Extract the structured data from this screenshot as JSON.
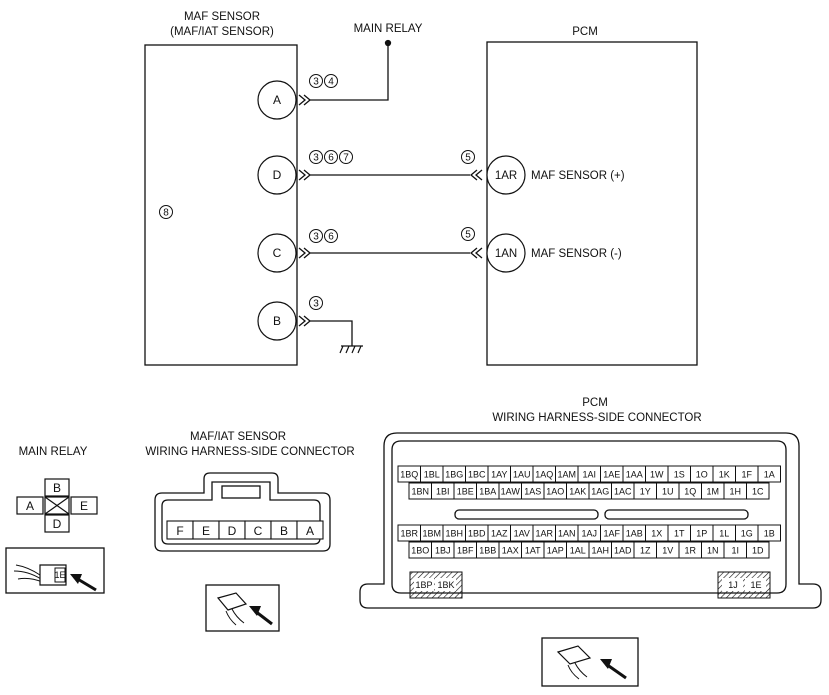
{
  "wiring": {
    "maf_title": [
      "MAF SENSOR",
      "(MAF/IAT SENSOR)"
    ],
    "main_relay_label": "MAIN RELAY",
    "pcm_label": "PCM",
    "maf_box_num": "8",
    "pins": {
      "A": {
        "label": "A",
        "nums": [
          "3",
          "4"
        ]
      },
      "D": {
        "label": "D",
        "nums": [
          "3",
          "6",
          "7"
        ]
      },
      "C": {
        "label": "C",
        "nums": [
          "3",
          "6"
        ]
      },
      "B": {
        "label": "B",
        "nums": [
          "3"
        ]
      }
    },
    "pcm_pins": {
      "ar": {
        "label": "1AR",
        "num": "5",
        "desc": "MAF SENSOR (+)"
      },
      "an": {
        "label": "1AN",
        "num": "5",
        "desc": "MAF SENSOR (-)"
      }
    }
  },
  "connectors": {
    "main_relay": {
      "title": "MAIN RELAY",
      "terminals": {
        "top": "B",
        "left": "A",
        "right": "E",
        "bottom": "D"
      },
      "view_tag": "1E"
    },
    "maf": {
      "title": [
        "MAF/IAT SENSOR",
        "WIRING HARNESS-SIDE CONNECTOR"
      ],
      "terminals": [
        "F",
        "E",
        "D",
        "C",
        "B",
        "A"
      ]
    },
    "pcm": {
      "title": [
        "PCM",
        "WIRING HARNESS-SIDE CONNECTOR"
      ],
      "upper_row1": [
        "1BQ",
        "1BL",
        "1BG",
        "1BC",
        "1AY",
        "1AU",
        "1AQ",
        "1AM",
        "1AI",
        "1AE",
        "1AA",
        "1W",
        "1S",
        "1O",
        "1K",
        "1F",
        "1A"
      ],
      "upper_row2": [
        "1BN",
        "1BI",
        "1BE",
        "1BA",
        "1AW",
        "1AS",
        "1AO",
        "1AK",
        "1AG",
        "1AC",
        "1Y",
        "1U",
        "1Q",
        "1M",
        "1H",
        "1C"
      ],
      "lower_row1": [
        "1BR",
        "1BM",
        "1BH",
        "1BD",
        "1AZ",
        "1AV",
        "1AR",
        "1AN",
        "1AJ",
        "1AF",
        "1AB",
        "1X",
        "1T",
        "1P",
        "1L",
        "1G",
        "1B"
      ],
      "lower_row2": [
        "1BO",
        "1BJ",
        "1BF",
        "1BB",
        "1AX",
        "1AT",
        "1AP",
        "1AL",
        "1AH",
        "1AD",
        "1Z",
        "1V",
        "1R",
        "1N",
        "1I",
        "1D"
      ],
      "left_block": [
        "1BP",
        "1BK"
      ],
      "right_block": [
        "1J",
        "1E"
      ]
    }
  }
}
